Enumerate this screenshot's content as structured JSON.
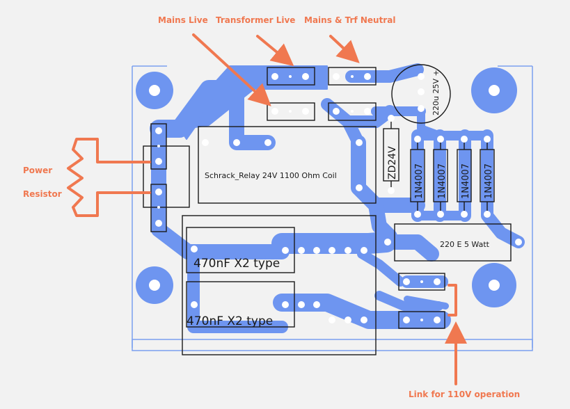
{
  "annotations": {
    "mains_live": "Mains Live",
    "transformer_live": "Transformer Live",
    "mains_trf_neutral": "Mains & Trf Neutral",
    "power_resistor_line1": "Power",
    "power_resistor_line2": "Resistor",
    "link_110v": "Link for 110V operation"
  },
  "components": {
    "relay": "Schrack_Relay 24V 1100 Ohm Coil",
    "cap1": "470nF X2 type",
    "cap2": "470nF X2 type",
    "zener": "ZD24V",
    "diodes": [
      "1N4007",
      "1N4007",
      "1N4007",
      "1N4007"
    ],
    "electrolytic": "220u 25V +",
    "resistor": "220 E 5 Watt"
  },
  "colors": {
    "background": "#f2f2f2",
    "copper": "#6e95f0",
    "board_outline": "#7aa0f0",
    "pad_white": "#ffffff",
    "silkscreen": "#1a1a1a",
    "annotation": "#f07850"
  }
}
